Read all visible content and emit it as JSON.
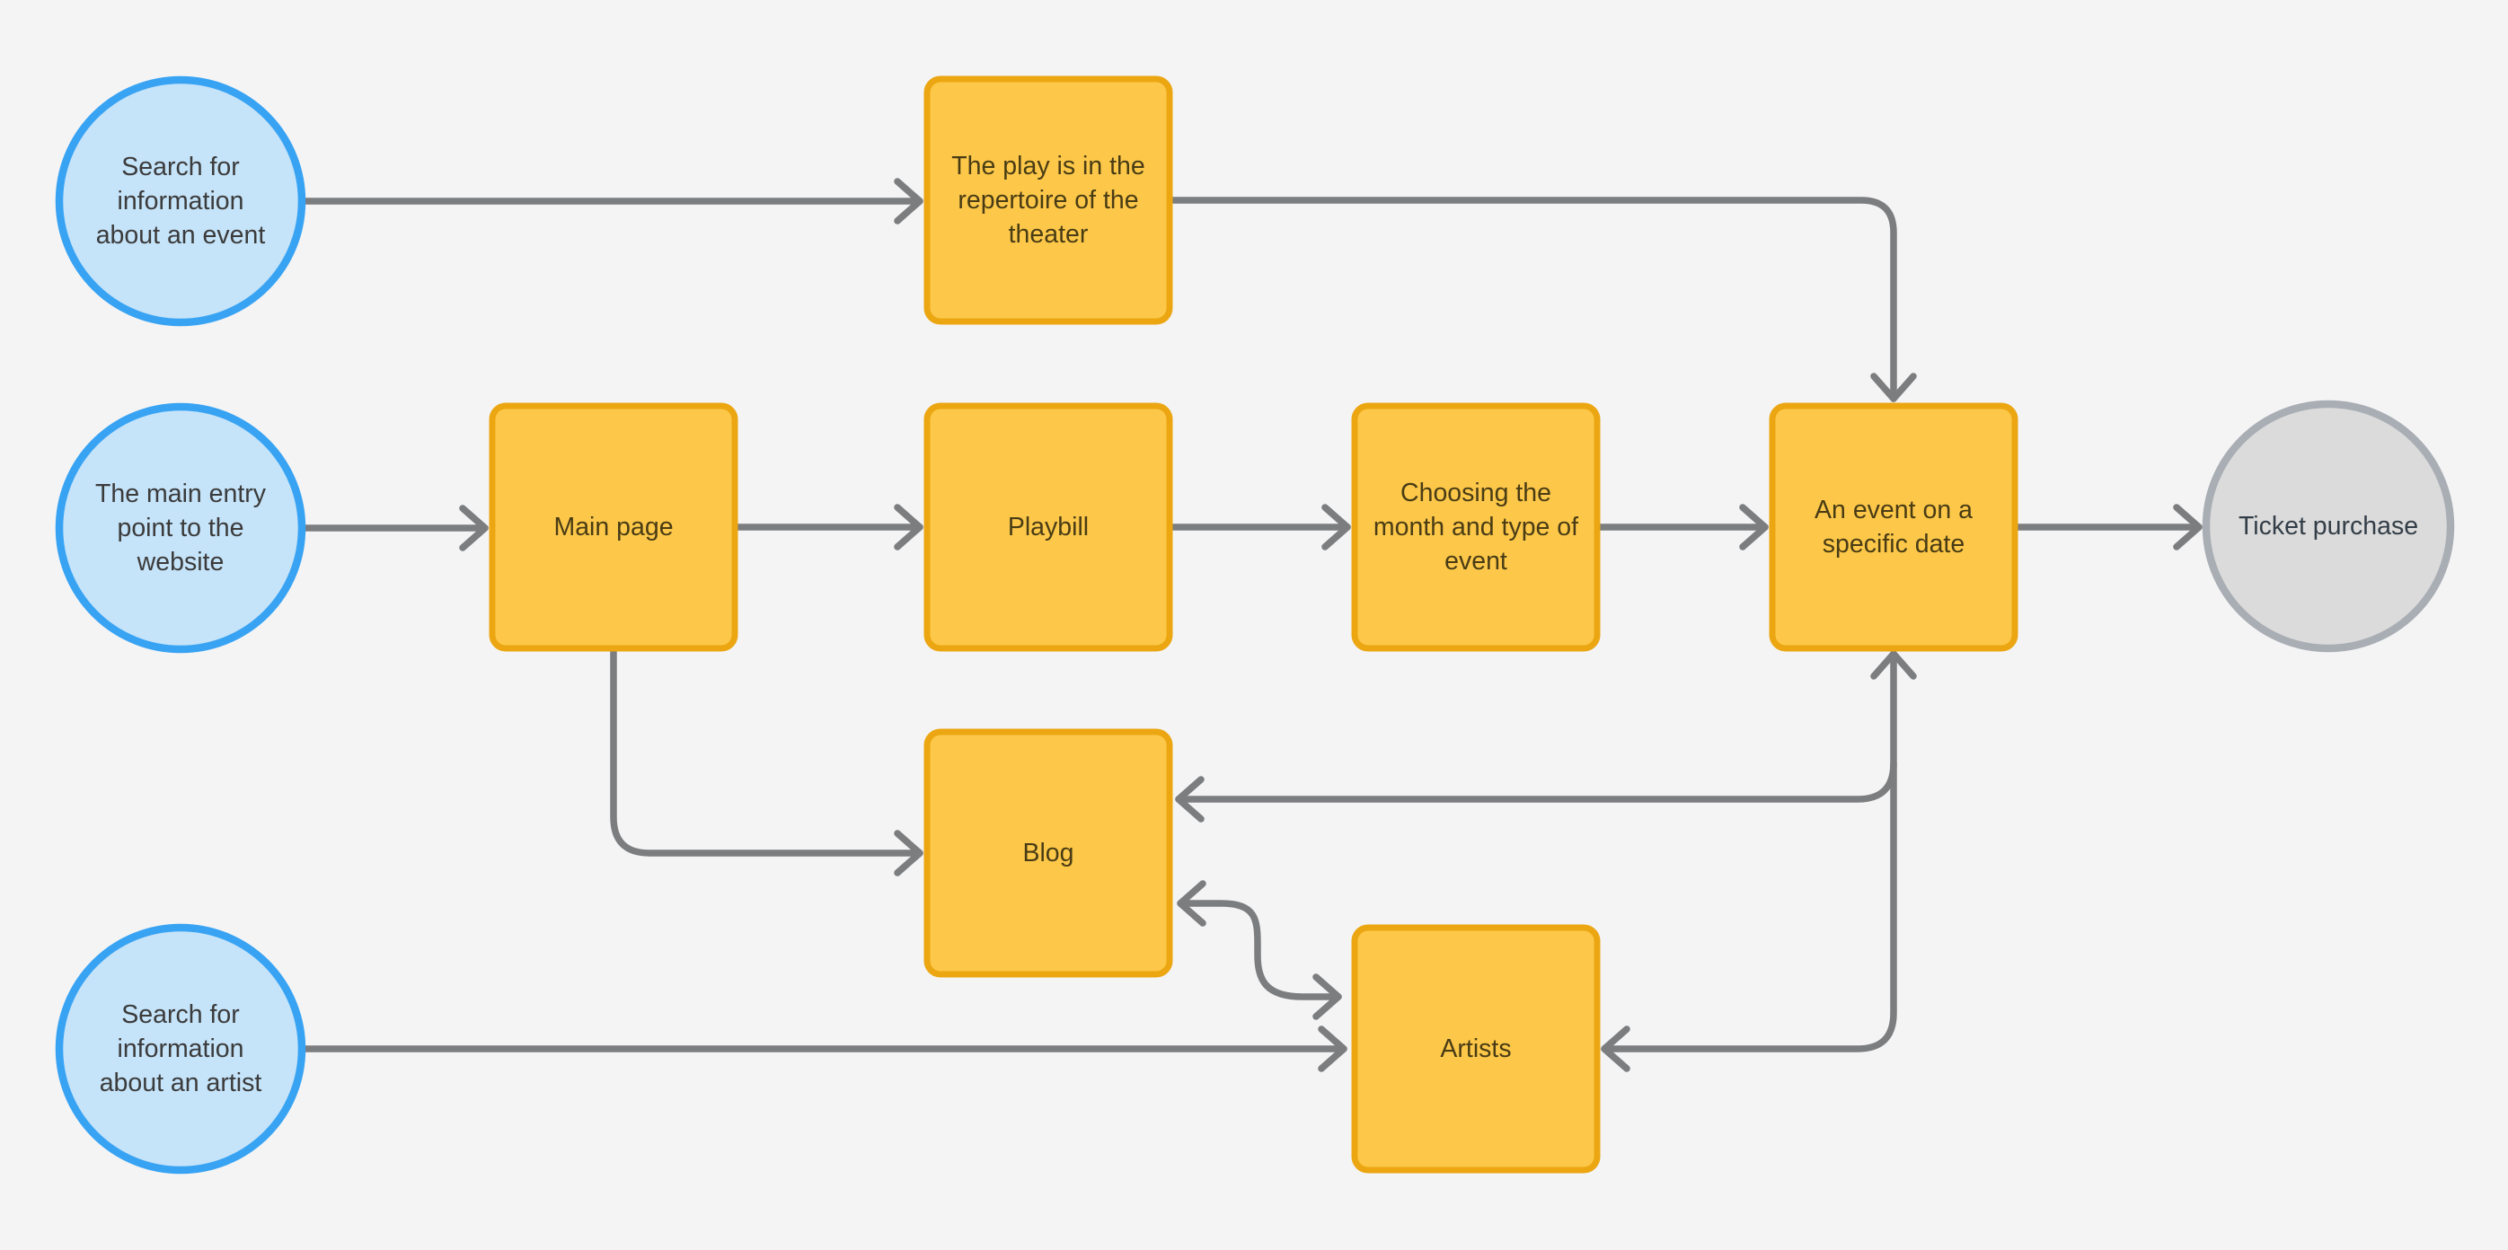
{
  "palette": {
    "canvas_bg": "#F4F4F5",
    "box_fill": "#FDC849",
    "box_stroke": "#EBA612",
    "box_text": "#493C15",
    "circle_fill": "#C5E3F9",
    "circle_stroke": "#38A3F3",
    "circle_text": "#3B3B3B",
    "end_fill": "#DBDBDB",
    "end_stroke": "#A9AEB4",
    "end_text": "#333E48",
    "edge_color": "#7B7D7F"
  },
  "nodes": {
    "search_event": {
      "shape": "circle",
      "lines": [
        "Search for",
        "information",
        "about an event"
      ]
    },
    "main_entry": {
      "shape": "circle",
      "lines": [
        "The main entry",
        "point to the",
        "website"
      ]
    },
    "search_artist": {
      "shape": "circle",
      "lines": [
        "Search for",
        "information",
        "about an artist"
      ]
    },
    "repertoire": {
      "shape": "rect",
      "lines": [
        "The play is in the",
        "repertoire of the",
        "theater"
      ]
    },
    "main_page": {
      "shape": "rect",
      "lines": [
        "Main page"
      ]
    },
    "playbill": {
      "shape": "rect",
      "lines": [
        "Playbill"
      ]
    },
    "choosing": {
      "shape": "rect",
      "lines": [
        "Choosing the",
        "month and type of",
        "event"
      ]
    },
    "event_date": {
      "shape": "rect",
      "lines": [
        "An event on a",
        "specific date"
      ]
    },
    "blog": {
      "shape": "rect",
      "lines": [
        "Blog"
      ]
    },
    "artists": {
      "shape": "rect",
      "lines": [
        "Artists"
      ]
    },
    "ticket": {
      "shape": "circle",
      "lines": [
        "Ticket purchase"
      ]
    }
  },
  "edges": [
    {
      "from": "search_event",
      "to": "repertoire",
      "arrow": "end"
    },
    {
      "from": "repertoire",
      "to": "event_date",
      "arrow": "end"
    },
    {
      "from": "main_entry",
      "to": "main_page",
      "arrow": "end"
    },
    {
      "from": "main_page",
      "to": "playbill",
      "arrow": "end"
    },
    {
      "from": "playbill",
      "to": "choosing",
      "arrow": "end"
    },
    {
      "from": "choosing",
      "to": "event_date",
      "arrow": "end"
    },
    {
      "from": "event_date",
      "to": "ticket",
      "arrow": "end"
    },
    {
      "from": "main_page",
      "to": "blog",
      "arrow": "end"
    },
    {
      "from": "event_date",
      "to": "blog",
      "arrow": "end"
    },
    {
      "from": "event_date",
      "to": "artists",
      "arrow": "both"
    },
    {
      "from": "blog",
      "to": "artists",
      "arrow": "both"
    },
    {
      "from": "search_artist",
      "to": "artists",
      "arrow": "end"
    }
  ]
}
